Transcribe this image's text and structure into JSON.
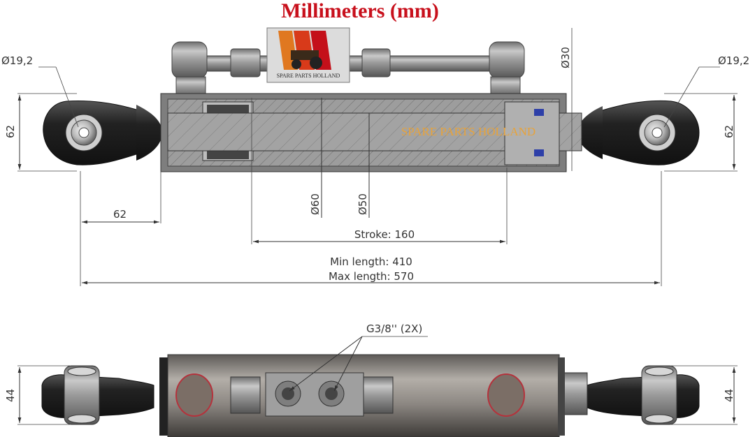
{
  "title": "Millimeters (mm)",
  "watermark": "SPARE PARTS HOLLAND",
  "logo_caption": "SPARE PARTS HOLLAND",
  "dimensions": {
    "left_pin": "Ø19,2",
    "right_pin": "Ø19,2",
    "left_eye_height": "62",
    "right_eye_height": "62",
    "eye_length": "62",
    "pipe_dia": "Ø30",
    "barrel_dia": "Ø60",
    "rod_dia": "Ø50",
    "stroke": "Stroke: 160",
    "min_length": "Min length: 410",
    "max_length": "Max length: 570",
    "ports": "G3/8'' (2X)",
    "left_eye_width": "44",
    "right_eye_width": "44"
  },
  "colors": {
    "title": "#c8101c",
    "watermark": "#e8a33a",
    "barrel": "#8f8f8f",
    "rod": "#a9a9a9",
    "seal": "#2d3fa8"
  }
}
